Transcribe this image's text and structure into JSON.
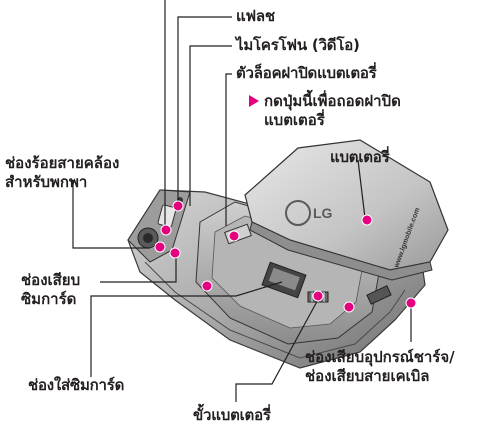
{
  "labels": {
    "flash": "แฟลช",
    "microphone": "ไมโครโฟน (วิดีโอ)",
    "battery_cover_latch": "ตัวล็อคฝาปิดแบตเตอรี่",
    "latch_note_line1": "กดปุ่มนี้เพื่อถอดฝาปิด",
    "latch_note_line2": "แบตเตอรี่",
    "strap_hole_line1": "ช่องร้อยสายคล้อง",
    "strap_hole_line2": "สำหรับพกพา",
    "battery": "แบตเตอรี่",
    "sim_slot_line1": "ช่องเสียบ",
    "sim_slot_line2": "ซิมการ์ด",
    "sim_card_holder": "ช่องใส่ซิมการ์ด",
    "charger_port_line1": "ช่องเสียบอุปกรณ์ชาร์จ/",
    "charger_port_line2": "ช่องเสียบสายเคเบิล",
    "battery_terminal": "ขั้วแบตเตอรี่"
  },
  "battery_brand": "LG",
  "battery_side_text": "www.lgmobile.com",
  "colors": {
    "callout_marker": "#e4007f",
    "text": "#231f20",
    "leader_line": "#231f20"
  }
}
